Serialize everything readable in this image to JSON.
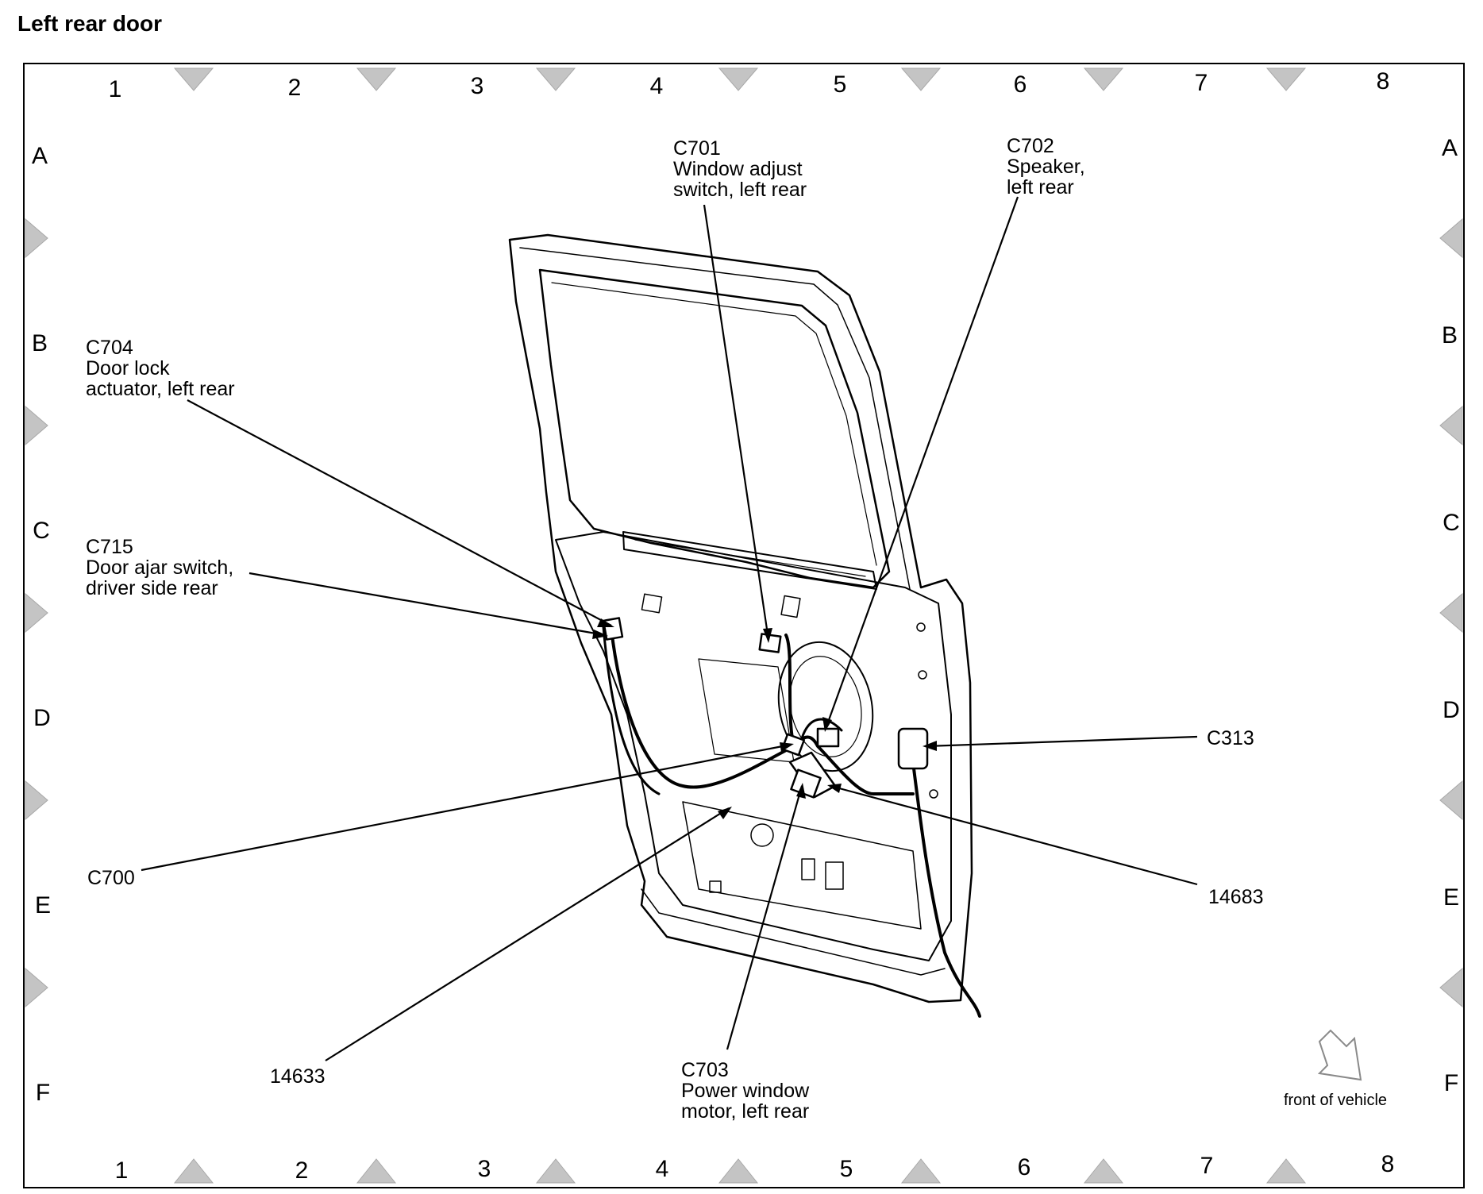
{
  "title": "Left rear door",
  "grid": {
    "columns": [
      "1",
      "2",
      "3",
      "4",
      "5",
      "6",
      "7",
      "8"
    ],
    "rows": [
      "A",
      "B",
      "C",
      "D",
      "E",
      "F"
    ]
  },
  "callouts": [
    {
      "id": "c701",
      "lines": [
        "C701",
        "Window adjust",
        "switch, left rear"
      ]
    },
    {
      "id": "c702",
      "lines": [
        "C702",
        "Speaker,",
        "left rear"
      ]
    },
    {
      "id": "c704",
      "lines": [
        "C704",
        "Door lock",
        "actuator, left rear"
      ]
    },
    {
      "id": "c715",
      "lines": [
        "C715",
        "Door ajar switch,",
        "driver side rear"
      ]
    },
    {
      "id": "c313",
      "lines": [
        "C313"
      ]
    },
    {
      "id": "c700",
      "lines": [
        "C700"
      ]
    },
    {
      "id": "14683",
      "lines": [
        "14683"
      ]
    },
    {
      "id": "14633",
      "lines": [
        "14633"
      ]
    },
    {
      "id": "c703",
      "lines": [
        "C703",
        "Power window",
        "motor, left rear"
      ]
    }
  ],
  "orientation_label": "front of vehicle",
  "colors": {
    "ink": "#000000",
    "marker": "#bdbdbd",
    "frame": "#000000"
  }
}
